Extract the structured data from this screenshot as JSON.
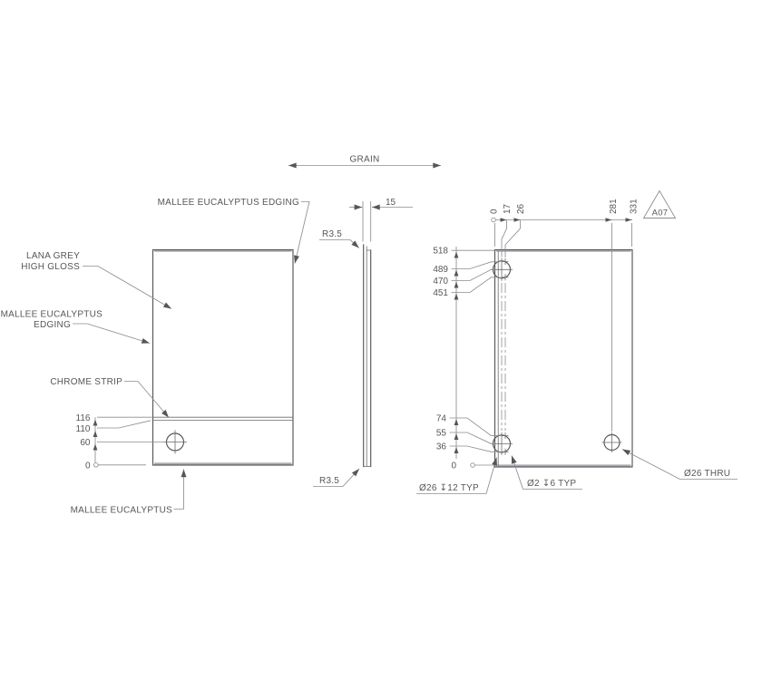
{
  "drawing": {
    "grain": {
      "label": "GRAIN"
    },
    "revision_flag": {
      "label": "A07"
    },
    "front_view": {
      "callout_edging_top": "MALLEE EUCALYPTUS EDGING",
      "callout_face_1": "LANA GREY",
      "callout_face_2": "HIGH GLOSS",
      "callout_edging_left_1": "MALLEE EUCALYPTUS",
      "callout_edging_left_2": "EDGING",
      "callout_chrome_strip": "CHROME STRIP",
      "callout_core": "MALLEE EUCALYPTUS",
      "ordinates": [
        "116",
        "110",
        "60",
        "0"
      ]
    },
    "side_view": {
      "thickness": "15",
      "radius_top": "R3.5",
      "radius_bottom": "R3.5"
    },
    "drilling_view": {
      "ordinates_top": [
        "0",
        "17",
        "26",
        "281",
        "331"
      ],
      "ordinates_upper": [
        "518",
        "489",
        "470",
        "451"
      ],
      "ordinates_lower": [
        "74",
        "55",
        "36",
        "0"
      ],
      "callout_counterbore": "Ø26 ↧12 TYP",
      "callout_dowel": "Ø2 ↧6 TYP",
      "callout_through": "Ø26 THRU"
    },
    "colors": {
      "line": "#55565a",
      "dimension": "#8b8d90",
      "band": "#abadb0",
      "background": "#ffffff"
    }
  }
}
